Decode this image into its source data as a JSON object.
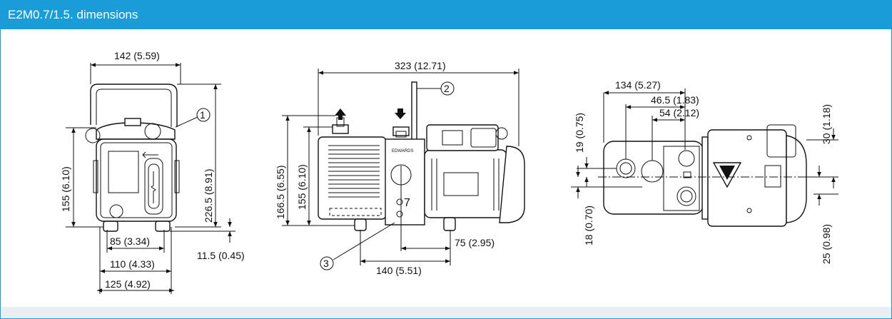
{
  "header": {
    "title": "E2M0.7/1.5. dimensions",
    "color": "#1a9cd8"
  },
  "front_view": {
    "width_top": "142 (5.59)",
    "height_left": "155 (6.10)",
    "height_right": "226.5 (8.91)",
    "foot_inner": "85 (3.34)",
    "foot_mid": "110 (4.33)",
    "foot_outer": "125 (4.92)",
    "foot_height": "11.5 (0.45)",
    "callout": "1"
  },
  "side_view": {
    "length": "323 (12.71)",
    "height_outer": "166.5 (6.55)",
    "height_inner": "155 (6.10)",
    "offset_right": "75 (2.95)",
    "foot_span": "140 (5.51)",
    "callout_top": "2",
    "callout_bottom": "3",
    "brand": "EDWARDS"
  },
  "top_view": {
    "dim_a": "134 (5.27)",
    "dim_b": "46.5 (1.83)",
    "dim_c": "54 (2.12)",
    "dim_d": "30 (1.18)",
    "dim_e": "19 (0.75)",
    "dim_f": "18 (0.70)",
    "dim_g": "25 (0.98)"
  }
}
